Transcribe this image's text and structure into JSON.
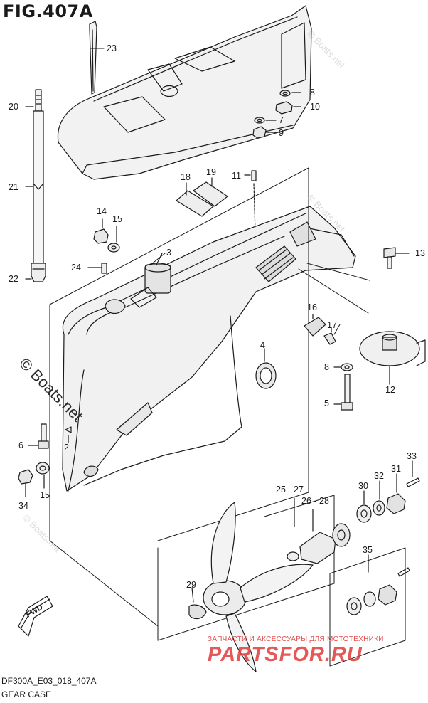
{
  "figure": {
    "title": "FIG.407A",
    "code": "DF300A_E03_018_407A",
    "name": "GEAR CASE"
  },
  "callouts": [
    {
      "id": "23",
      "label": "23"
    },
    {
      "id": "20",
      "label": "20"
    },
    {
      "id": "21",
      "label": "21"
    },
    {
      "id": "22",
      "label": "22"
    },
    {
      "id": "8a",
      "label": "8"
    },
    {
      "id": "10",
      "label": "10"
    },
    {
      "id": "7",
      "label": "7"
    },
    {
      "id": "9",
      "label": "9"
    },
    {
      "id": "18",
      "label": "18"
    },
    {
      "id": "19",
      "label": "19"
    },
    {
      "id": "11",
      "label": "11"
    },
    {
      "id": "14",
      "label": "14"
    },
    {
      "id": "15a",
      "label": "15"
    },
    {
      "id": "3",
      "label": "3"
    },
    {
      "id": "24",
      "label": "24"
    },
    {
      "id": "13",
      "label": "13"
    },
    {
      "id": "16",
      "label": "16"
    },
    {
      "id": "17",
      "label": "17"
    },
    {
      "id": "4",
      "label": "4"
    },
    {
      "id": "8b",
      "label": "8"
    },
    {
      "id": "12",
      "label": "12"
    },
    {
      "id": "5",
      "label": "5"
    },
    {
      "id": "6",
      "label": "6"
    },
    {
      "id": "2",
      "label": "2"
    },
    {
      "id": "34",
      "label": "34"
    },
    {
      "id": "15b",
      "label": "15"
    },
    {
      "id": "33",
      "label": "33"
    },
    {
      "id": "32",
      "label": "32"
    },
    {
      "id": "31",
      "label": "31"
    },
    {
      "id": "30",
      "label": "30"
    },
    {
      "id": "25-27",
      "label": "25 - 27"
    },
    {
      "id": "26-28",
      "label": "26 - 28"
    },
    {
      "id": "35",
      "label": "35"
    },
    {
      "id": "29",
      "label": "29"
    }
  ],
  "watermark": {
    "text": "© Boats.net"
  },
  "shop_banner": {
    "tagline": "ЗАПЧАСТИ И АКСЕССУАРЫ ДЛЯ МОТОТЕХНИКИ",
    "logo": "PARTSFOR.RU"
  },
  "fwd_badge": "FWD"
}
